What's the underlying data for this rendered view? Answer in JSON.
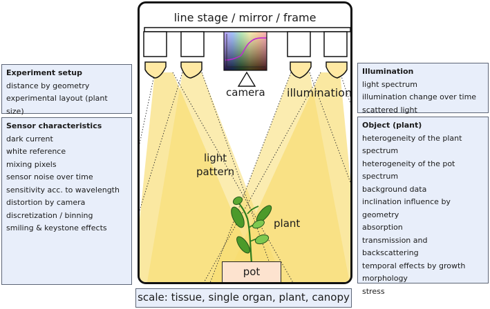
{
  "stage": {
    "title": "line stage / mirror / frame",
    "camera_label": "camera",
    "illumination_label": "illumination",
    "light_pattern_label": [
      "light",
      "pattern"
    ],
    "plant_label": "plant",
    "pot_label": "pot"
  },
  "colors": {
    "light_beam": "#f7dc6f",
    "light_beam_overlap": "#f2cf45",
    "panel_fill": "#e8eefa",
    "pot_fill": "#fde3cf",
    "leaf": "#4c9a2a",
    "spectrum_curve": "#c026d3"
  },
  "panels": {
    "experiment_setup": {
      "heading": "Experiment setup",
      "items": [
        "distance by geometry",
        "experimental layout (plant size)"
      ]
    },
    "sensor": {
      "heading": "Sensor characteristics",
      "items": [
        "dark current",
        "white reference",
        "mixing pixels",
        "sensor noise over time",
        "sensitivity acc. to wavelength",
        "distortion by camera",
        "discretization / binning",
        "smiling & keystone effects"
      ]
    },
    "illumination": {
      "heading": "Illumination",
      "items": [
        "light spectrum",
        "illumination change over time",
        "scattered light"
      ]
    },
    "object": {
      "heading": "Object (plant)",
      "items": [
        "heterogeneity of the plant spectrum",
        "heterogeneity of the pot spectrum",
        "background data",
        "inclination influence by geometry",
        "absorption",
        "transmission and backscattering",
        "temporal effects by growth",
        "morphology",
        "stress"
      ]
    }
  },
  "scale": "scale: tissue, single organ, plant, canopy"
}
